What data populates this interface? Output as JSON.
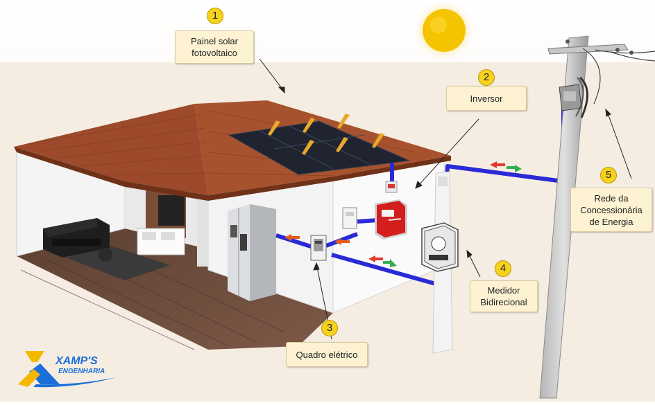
{
  "labels": {
    "panel": {
      "number": "1",
      "text_line1": "Painel solar",
      "text_line2": "fotovoltaico"
    },
    "inverter": {
      "number": "2",
      "text": "Inversor"
    },
    "breaker_panel": {
      "number": "3",
      "text": "Quadro elétrico"
    },
    "meter": {
      "number": "4",
      "text_line1": "Medidor",
      "text_line2": "Bidirecional"
    },
    "grid": {
      "number": "5",
      "text_line1": "Rede da",
      "text_line2": "Concessionária",
      "text_line3": "de Energia"
    }
  },
  "logo": {
    "text": "XAMP'S",
    "subtext": "ENGENHARIA"
  },
  "colors": {
    "roof": "#9c4a2b",
    "wall": "#f2f2f2",
    "floor": "#6b4a3a",
    "cable": "#2a2ad6",
    "inverter": "#d41e1e",
    "sun": "#f5c400",
    "sky": "#fbf3e8",
    "ground": "#f4e9dc"
  },
  "icons": [
    "sun-icon",
    "solar-panel-icon",
    "inverter-icon",
    "breaker-panel-icon",
    "bidirectional-meter-icon",
    "utility-pole-icon",
    "refrigerator-icon",
    "sofa-icon",
    "tv-icon"
  ]
}
